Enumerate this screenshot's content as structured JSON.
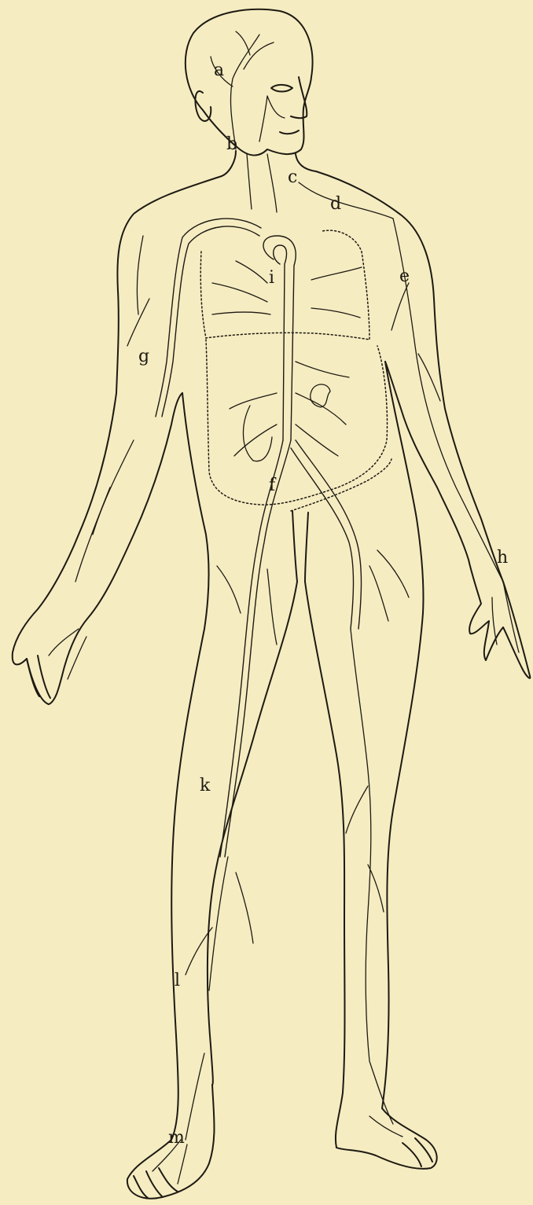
{
  "colors": {
    "paper": "#f5ecc2",
    "ink": "#1e1a12"
  },
  "labels": {
    "a": "a",
    "b": "b",
    "c": "c",
    "d": "d",
    "e": "e",
    "f": "f",
    "g": "g",
    "h": "h",
    "i": "i",
    "k": "k",
    "l": "l",
    "m": "m"
  }
}
